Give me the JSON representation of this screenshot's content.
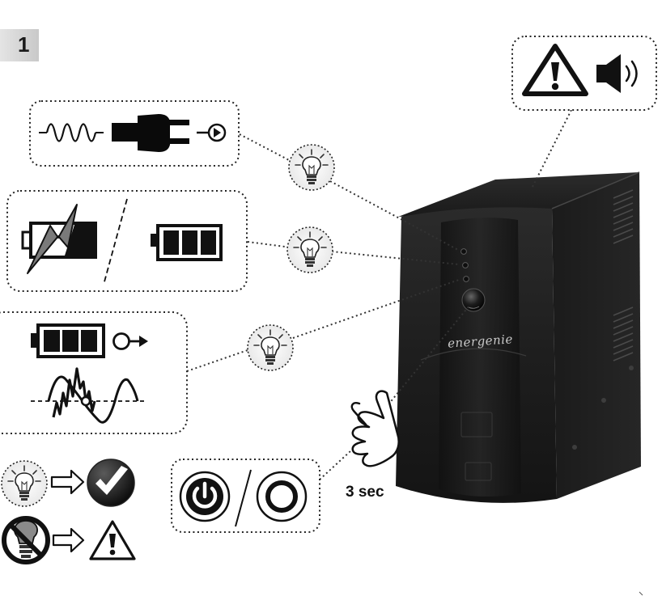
{
  "step": {
    "number": "1"
  },
  "hold": {
    "label": "3 sec"
  },
  "device": {
    "brand": "energenie"
  },
  "icons": {
    "alarm": [
      "warning-triangle-icon",
      "speaker-icon"
    ],
    "mains_power": [
      "ac-sine-wave-icon",
      "power-plug-icon",
      "output-arrow-icon"
    ],
    "battery_status": [
      "battery-charging-icon",
      "battery-full-icon"
    ],
    "battery_mode": [
      "battery-full-icon",
      "output-arrow-icon",
      "distorted-waveform-icon"
    ],
    "legend_ok": [
      "led-lit-icon",
      "arrow-right-icon",
      "checkmark-badge-icon"
    ],
    "legend_fault": [
      "led-off-icon",
      "arrow-right-icon",
      "warning-triangle-icon"
    ],
    "power_switch": [
      "power-on-icon",
      "power-off-icon"
    ]
  }
}
